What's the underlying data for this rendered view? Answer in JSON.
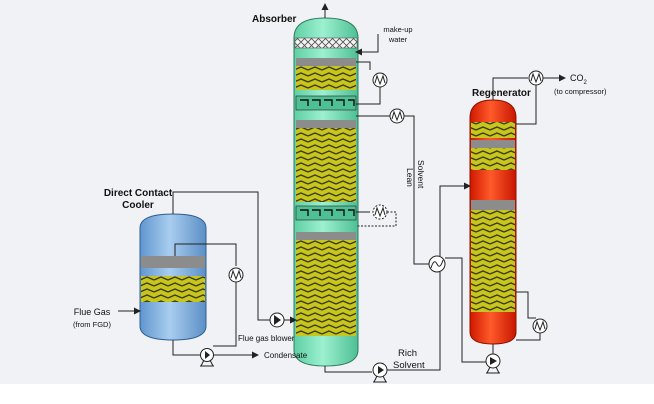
{
  "labels": {
    "absorber": "Absorber",
    "regenerator": "Regenerator",
    "dcc_line1": "Direct Contact",
    "dcc_line2": "Cooler",
    "makeup_line1": "make-up",
    "makeup_line2": "water",
    "co2_main": "CO",
    "co2_sub": "2",
    "co2_note": "(to compressor)",
    "lean_line1": "Lean",
    "lean_line2": "Solvent",
    "rich_line1": "Rich",
    "rich_line2": "Solvent",
    "flue_gas": "Flue Gas",
    "flue_gas_note": "(from FGD)",
    "flue_gas_blower": "Flue gas blower",
    "condensate": "Condensate"
  },
  "colors": {
    "absorber_fill": "#7ee0bc",
    "cooler_fill": "#7fb0dc",
    "regenerator_fill": "#ee2a0a",
    "packing_fill": "#c8c51e",
    "tray_grey": "#8c8c8c",
    "background": "#f1f2f6"
  },
  "icons": {
    "heat_exchanger": "coil-exchanger-icon",
    "cross_exchanger": "cross-heat-exchanger-icon",
    "pump": "pump-icon",
    "blower": "blower-icon"
  }
}
